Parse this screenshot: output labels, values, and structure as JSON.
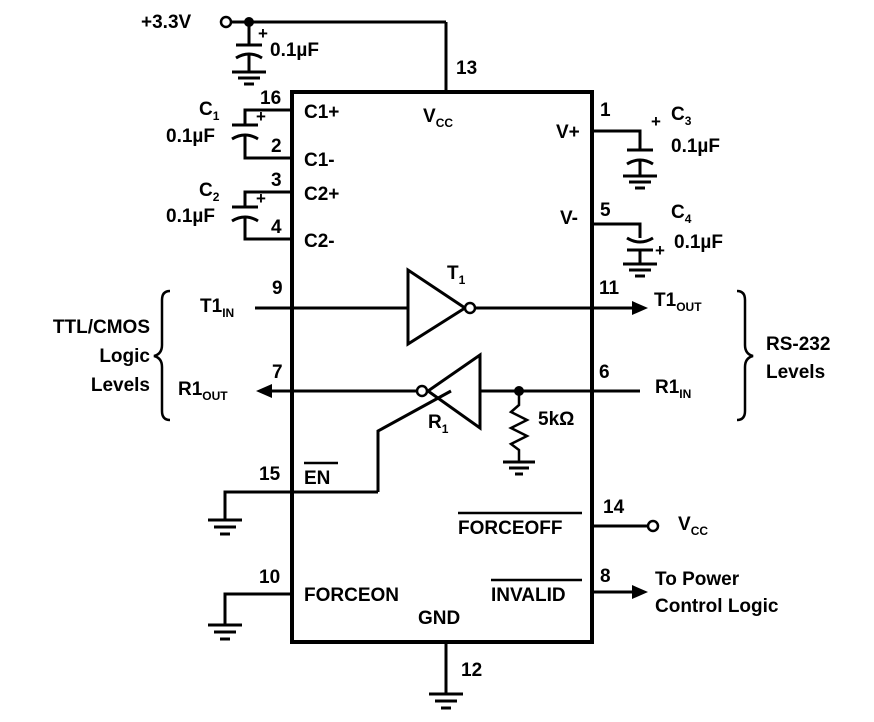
{
  "supply": {
    "label": "+3.3V",
    "cap_value": "0.1µF"
  },
  "ic": {
    "vcc_label": "V",
    "vcc_sub": "CC",
    "gnd_label": "GND",
    "pins": {
      "vcc": "13",
      "c1p": "16",
      "c1m": "2",
      "c2p": "3",
      "c2m": "4",
      "vplus": "1",
      "vminus": "5",
      "t1in": "9",
      "t1out": "11",
      "r1out": "7",
      "r1in": "6",
      "en": "15",
      "forceoff": "14",
      "forceon": "10",
      "invalid": "8",
      "gnd": "12"
    },
    "pin_labels": {
      "c1p": "C1+",
      "c1m": "C1-",
      "c2p": "C2+",
      "c2m": "C2-",
      "vplus": "V+",
      "vminus": "V-",
      "en": "EN",
      "forceoff": "FORCEOFF",
      "forceon": "FORCEON",
      "invalid": "INVALID"
    }
  },
  "capacitors": {
    "c1": {
      "name": "C",
      "sub": "1",
      "value": "0.1µF"
    },
    "c2": {
      "name": "C",
      "sub": "2",
      "value": "0.1µF"
    },
    "c3": {
      "name": "C",
      "sub": "3",
      "value": "0.1µF"
    },
    "c4": {
      "name": "C",
      "sub": "4",
      "value": "0.1µF"
    }
  },
  "driver": {
    "name": "T",
    "sub": "1",
    "in_main": "T1",
    "in_sub": "IN",
    "out_main": "T1",
    "out_sub": "OUT"
  },
  "receiver": {
    "name": "R",
    "sub": "1",
    "in_main": "R1",
    "in_sub": "IN",
    "out_main": "R1",
    "out_sub": "OUT",
    "resistor": "5kΩ"
  },
  "groups": {
    "ttl": [
      "TTL/CMOS",
      "Logic",
      "Levels"
    ],
    "rs232": [
      "RS-232",
      "Levels"
    ]
  },
  "forceoff_tie": {
    "main": "V",
    "sub": "CC"
  },
  "invalid_dest": [
    "To Power",
    "Control Logic"
  ],
  "symbols": {
    "polarity": "+"
  }
}
